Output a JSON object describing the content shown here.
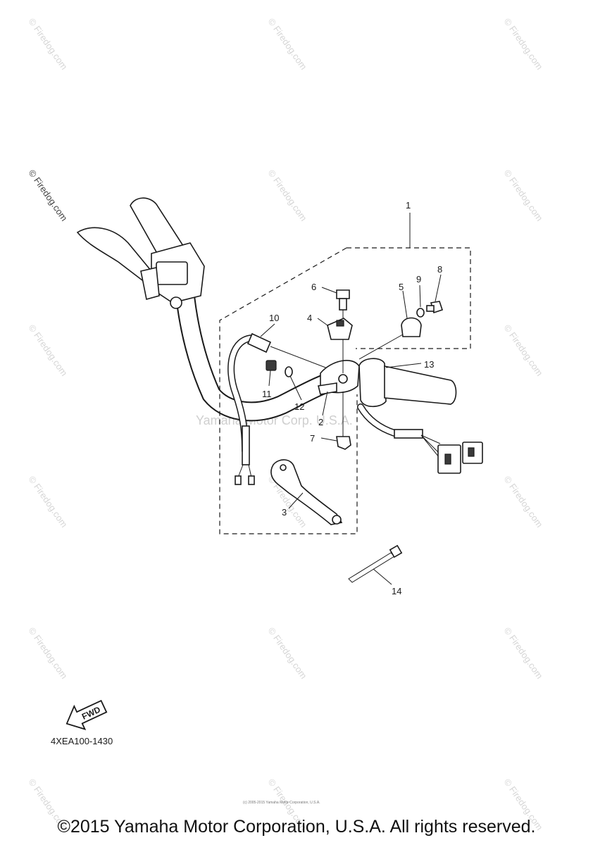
{
  "diagram": {
    "callouts": [
      "1",
      "2",
      "3",
      "4",
      "5",
      "6",
      "7",
      "8",
      "9",
      "10",
      "11",
      "12",
      "13",
      "14"
    ],
    "part_code": "4XEA100-1430",
    "fwd_label": "FWD",
    "center_watermark": "Yamaha Motor Corp. U.S.A.",
    "watermark_text": "© Firedog.com",
    "tiny_notice": "(c) 2005-2015 Yamaha Motor Corporation, U.S.A."
  },
  "footer": {
    "copyright": "©2015 Yamaha Motor Corporation, U.S.A. All rights reserved."
  }
}
